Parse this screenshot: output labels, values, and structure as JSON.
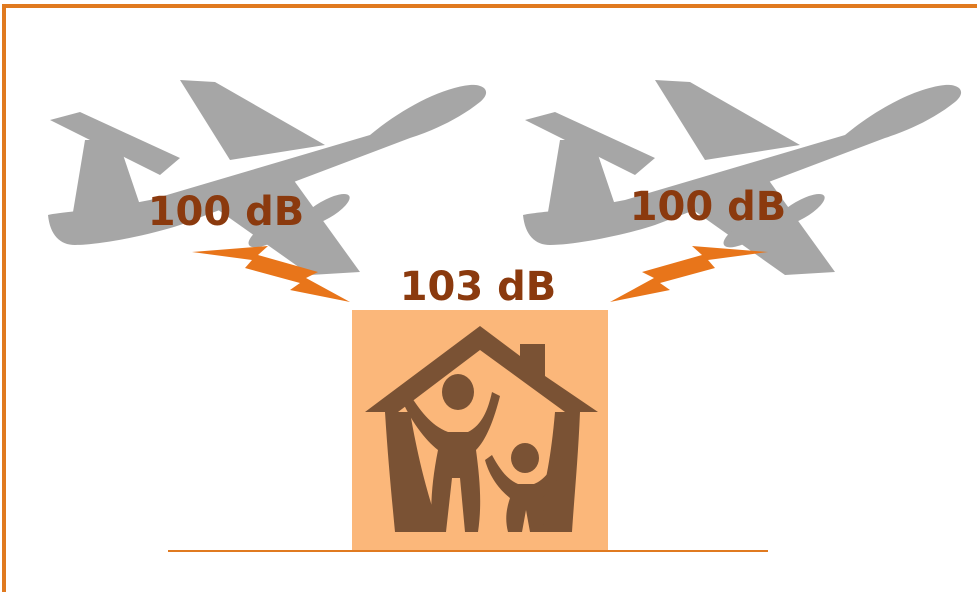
{
  "diagram": {
    "left_plane_level": "100 dB",
    "right_plane_level": "100 dB",
    "house_level": "103 dB"
  },
  "colors": {
    "frame": "#e07a20",
    "plane": "#a6a6a6",
    "arrow": "#e8751a",
    "house_bg": "#fbb77a",
    "house_icon": "#7a5234",
    "label": "#8b3a0e",
    "ground": "#e07a20"
  },
  "icons": [
    "airplane-icon",
    "airplane-icon",
    "lightning-arrow-icon",
    "lightning-arrow-icon",
    "family-house-icon"
  ]
}
